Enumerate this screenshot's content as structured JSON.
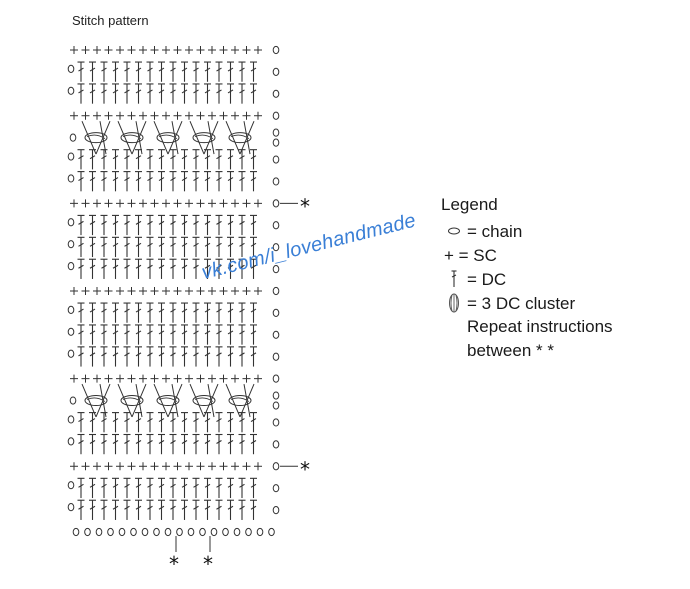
{
  "title": "Stitch pattern",
  "watermark": "vk.com/i_lovehandmade",
  "legend": {
    "title": "Legend",
    "items": [
      {
        "icon": "chain-oval-icon",
        "text": "= chain"
      },
      {
        "icon": "single-crochet-plus-icon",
        "text": "+ = SC"
      },
      {
        "icon": "double-crochet-icon",
        "text": "= DC"
      },
      {
        "icon": "dc-cluster-icon",
        "text": "= 3 DC cluster"
      }
    ],
    "note_line1": "Repeat   instructions",
    "note_line2": "between * *"
  },
  "diagram": {
    "columns": 16,
    "repeat_marker": "*",
    "rows_bottom_to_top": [
      "chain",
      "dc",
      "dc",
      "sc",
      "dc",
      "dc",
      "cluster",
      "sc",
      "dc",
      "dc",
      "dc",
      "sc",
      "dc",
      "dc",
      "dc",
      "sc",
      "dc",
      "dc",
      "cluster",
      "sc",
      "dc",
      "dc",
      "sc"
    ]
  },
  "colors": {
    "ink": "#333333",
    "watermark": "#3a7fd6",
    "background": "#ffffff"
  }
}
